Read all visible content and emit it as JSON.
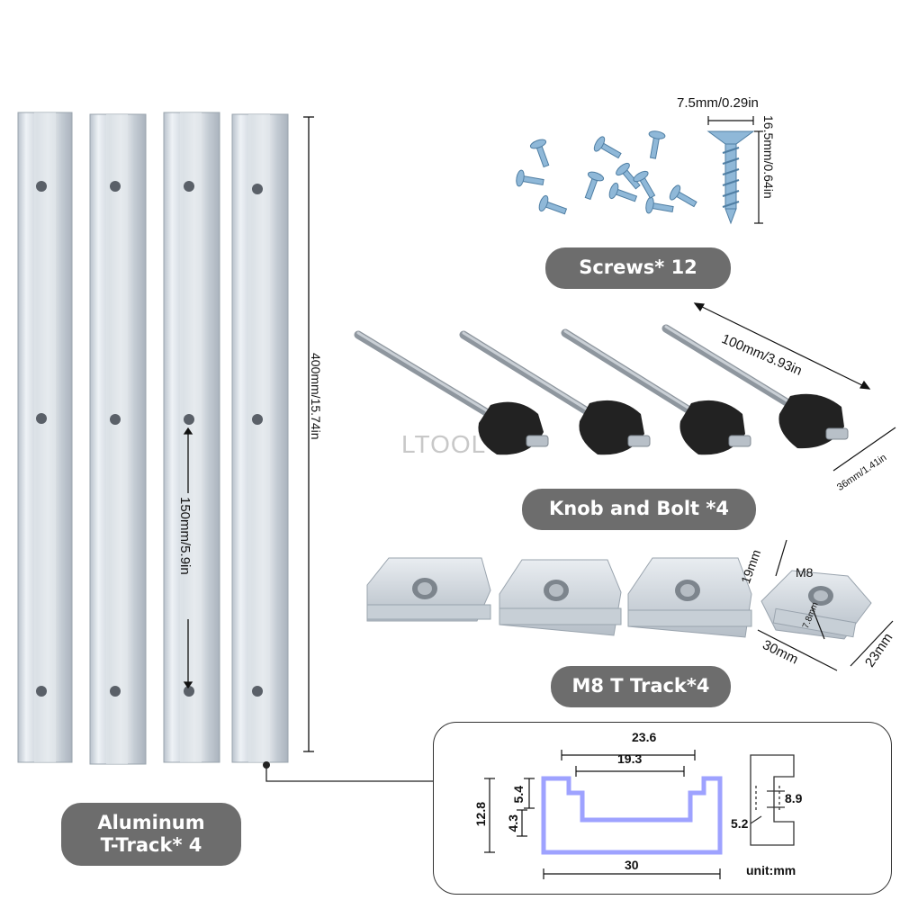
{
  "labels": {
    "screws": "Screws* 12",
    "knob_bolt": "Knob and Bolt *4",
    "m8_track": "M8 T Track*4",
    "aluminum_line1": "Aluminum",
    "aluminum_line2": "T-Track* 4"
  },
  "dimensions": {
    "screw_width": "7.5mm/0.29in",
    "screw_length": "16.5mm/0.64in",
    "track_length": "400mm/15.74in",
    "hole_spacing": "150mm/5.9in",
    "bolt_length": "100mm/3.93in",
    "knob_width": "36mm/1.41in",
    "nut_width": "19mm",
    "nut_thread": "M8",
    "nut_height": "7.8mm",
    "nut_length": "30mm",
    "nut_depth": "23mm"
  },
  "watermark": "LTOOL",
  "profile": {
    "top_width": "23.6",
    "inner_width": "19.3",
    "height": "12.8",
    "inner_height": "5.4",
    "lip_height": "4.3",
    "base_width": "30",
    "hole_dia": "8.9",
    "side_offset": "5.2",
    "unit": "unit:mm"
  }
}
